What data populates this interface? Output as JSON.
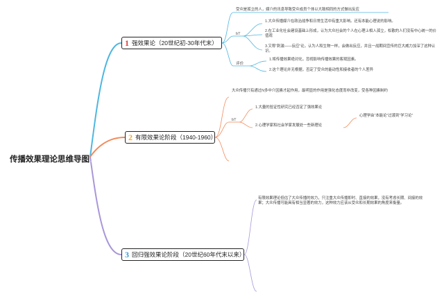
{
  "colors": {
    "b1": "#4db6e0",
    "b2": "#f28a5c",
    "b3": "#a896d8",
    "num1": "#e53935",
    "num2": "#f5a623",
    "num3": "#3a9bd8"
  },
  "root": {
    "title": "传播效果理论思维导图"
  },
  "branch1": {
    "number": "1",
    "title": "强效果论（20世纪初-30年代末）",
    "summary": "受众是孤立的人，媒介的讯息导致受众成员个体以大致相同的方式做出反应",
    "bg_label": "bT",
    "bg_items": [
      "1.大众传播媒介在政治战争和日常生活中有重大影响。还有本能心理说的影响。",
      "2.在工业化社会建设基础上形成，认为大众社会的个人在心理上相入孤立，松散的人们没有中心统一的价值观",
      "3.又称“刺激——反应”论，认为人和生物一样，会做出反应，并且一战期间宣传的巨大威力加深了这种认识。"
    ],
    "eval_label": "评价",
    "eval_items": [
      "1.将传播效果绝对化，忽视影响传播效果的客观因素。",
      "2.这个理论并无根据，否定了受众的能动性和接收者的个人差异"
    ]
  },
  "branch2": {
    "number": "2",
    "title": "有限效果论阶段（1940-1960）",
    "summary": "大众传播只有通过N多中介因素才起作用，最明显的作用是强化态度而非改变，受各种因素制约",
    "bg_label": "bT",
    "bg_items": [
      "1.大量的验证性研究已经否定了强效果论",
      "2.心理学家和社会学家发展处一些新理论"
    ],
    "sub_item": "心理学由“本能论”过渡到“学习论”"
  },
  "branch3": {
    "number": "3",
    "title": "回归强效果论阶段（20世纪60年代末以来）",
    "summary": "有限效果理论低估了大众传播的效力，只注重大众传播即时、直接的效果，没有考虑长期、间接的效果；大众传播可能具有相当显著的效力，这种效力应该从受众和长期效果的角度来衡量。"
  }
}
